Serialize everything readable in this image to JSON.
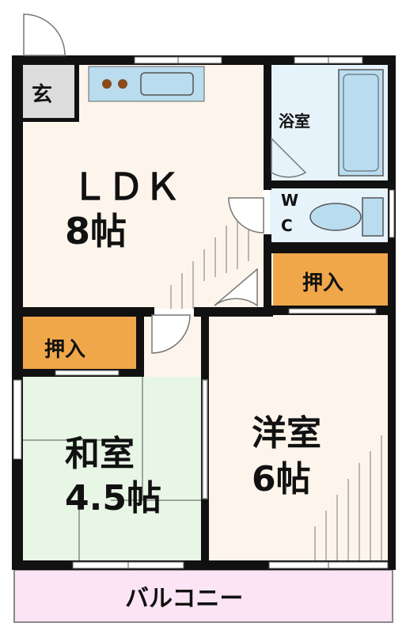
{
  "rooms": {
    "entrance": {
      "label": "玄",
      "color": "#dcdcdc"
    },
    "ldk": {
      "name": "ＬＤＫ",
      "size": "8帖",
      "color": "#fdf5ec"
    },
    "bath": {
      "label": "浴室",
      "color": "#e6f3fb",
      "tub_color": "#b9dcef"
    },
    "wc": {
      "label_w": "W",
      "label_c": "C",
      "color": "#e6f3fb",
      "fixture_color": "#b9dcef"
    },
    "closet_right": {
      "label": "押入",
      "color": "#f0a74a"
    },
    "closet_left": {
      "label": "押入",
      "color": "#f0a74a"
    },
    "washitsu": {
      "name": "和室",
      "size": "4.5帖",
      "color": "#e8f6e6"
    },
    "youshitsu": {
      "name": "洋室",
      "size": "6帖",
      "color": "#fdf5ec"
    },
    "balcony": {
      "label": "バルコニー",
      "color": "#fbe4f3"
    }
  },
  "kitchen": {
    "counter_color": "#b9dcef",
    "burner_color": "#8a4a1c"
  },
  "colors": {
    "wall": "#111111",
    "window": "#ffffff",
    "door_line": "#888888"
  }
}
